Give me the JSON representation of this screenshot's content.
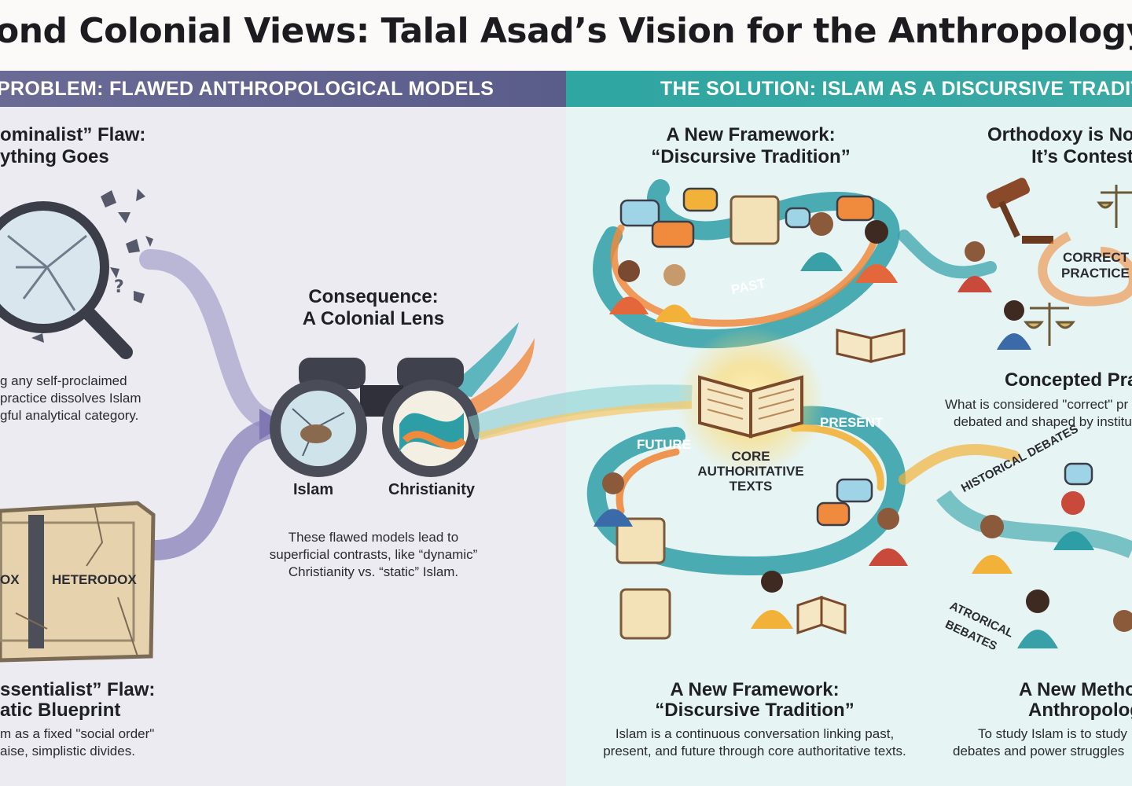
{
  "title": "ond Colonial Views: Talal Asad’s Vision for the Anthropology of Is",
  "band_left": "PROBLEM: FLAWED ANTHROPOLOGICAL MODELS",
  "band_right": "THE SOLUTION: ISLAM AS A DISCURSIVE TRADIT",
  "nominalist": {
    "heading_1": "ominalist” Flaw:",
    "heading_2": "ything Goes",
    "body_1": "g any self-proclaimed",
    "body_2": "practice dissolves Islam",
    "body_3": "gful analytical category."
  },
  "essentialist": {
    "label_left": "OX",
    "label_right": "HETERODOX",
    "heading_1": "ssentialist” Flaw:",
    "heading_2": "atic Blueprint",
    "body_1": "m as a fixed \"social order\"",
    "body_2": "aise, simplistic divides."
  },
  "consequence": {
    "heading_1": "Consequence:",
    "heading_2": "A Colonial Lens",
    "lens_left": "Islam",
    "lens_right": "Christianity",
    "body_1": "These flawed models lead to",
    "body_2": "superficial contrasts, like “dynamic”",
    "body_3": "Christianity vs. “static” Islam."
  },
  "framework_top": {
    "heading_1": "A New Framework:",
    "heading_2": "“Discursive Tradition”"
  },
  "flow_labels": {
    "past": "PAST",
    "present": "PRESENT",
    "future": "FUTURE",
    "core_1": "CORE",
    "core_2": "AUTHORITATIVE",
    "core_3": "TEXTS"
  },
  "framework_bottom": {
    "heading_1": "A New Framework:",
    "heading_2": "“Discursive Tradition”",
    "body_1": "Islam is a continuous conversation linking past,",
    "body_2": "present, and future through core authoritative texts."
  },
  "orthodoxy": {
    "heading_1": "Orthodoxy is No",
    "heading_2": "It’s Contest",
    "correct_1": "CORRECT",
    "correct_2": "PRACTICE",
    "sub_heading": "Concepted Pra",
    "body_1": "What is considered \"correct\" pr",
    "body_2": "debated and shaped by institu"
  },
  "method": {
    "historical_top": "HISTORICAL DEBATES",
    "historical_bottom_1": "ATRORICAL",
    "historical_bottom_2": "BEBATES",
    "heading_1": "A New Metho",
    "heading_2": "Anthropolog",
    "body_1": "To study Islam is to study",
    "body_2": "debates and power struggles"
  },
  "colors": {
    "band_left": "#5f608d",
    "band_right": "#34a7a3",
    "teal": "#2e9ea6",
    "orange": "#f08a3c",
    "gold": "#f2b23a",
    "purple": "#8c86b8"
  }
}
